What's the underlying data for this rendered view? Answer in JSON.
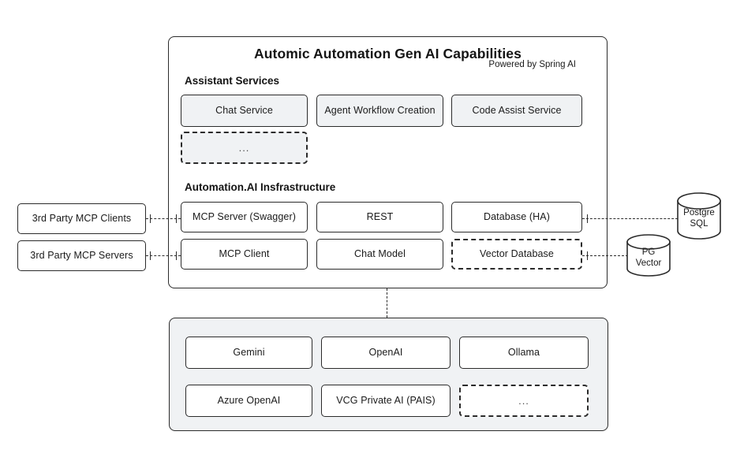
{
  "diagram": {
    "title": "Automic Automation Gen AI Capabilities",
    "subtitle": "Powered by Spring AI",
    "sections": {
      "assistant_services": {
        "label": "Assistant Services",
        "items": [
          {
            "label": "Chat Service",
            "style": "gray"
          },
          {
            "label": "Agent Workflow Creation",
            "style": "gray"
          },
          {
            "label": "Code Assist Service",
            "style": "gray"
          },
          {
            "label": "...",
            "style": "gray-dashed"
          }
        ]
      },
      "infrastructure": {
        "label": "Automation.AI Insfrastructure",
        "items": [
          {
            "label": "MCP Server (Swagger)",
            "style": "white"
          },
          {
            "label": "REST",
            "style": "white"
          },
          {
            "label": "Database (HA)",
            "style": "white"
          },
          {
            "label": "MCP Client",
            "style": "white"
          },
          {
            "label": "Chat Model",
            "style": "white"
          },
          {
            "label": "Vector Database",
            "style": "white-dashed"
          }
        ]
      },
      "model_providers": {
        "items": [
          {
            "label": "Gemini",
            "style": "white"
          },
          {
            "label": "OpenAI",
            "style": "white"
          },
          {
            "label": "Ollama",
            "style": "white"
          },
          {
            "label": "Azure OpenAI",
            "style": "white"
          },
          {
            "label": "VCG Private AI (PAIS)",
            "style": "white"
          },
          {
            "label": "...",
            "style": "white-dashed"
          }
        ]
      }
    },
    "external_clients": [
      {
        "label": "3rd Party MCP Clients"
      },
      {
        "label": "3rd Party MCP Servers"
      }
    ],
    "datastores": [
      {
        "label_line1": "Postgre",
        "label_line2": "SQL",
        "shape": "cylinder"
      },
      {
        "label_line1": "PG",
        "label_line2": "Vector",
        "shape": "cylinder"
      }
    ],
    "colors": {
      "stroke": "#2b2b2b",
      "panel_fill": "#ffffff",
      "shaded_fill": "#f0f2f4",
      "text": "#1a1a1a"
    }
  }
}
